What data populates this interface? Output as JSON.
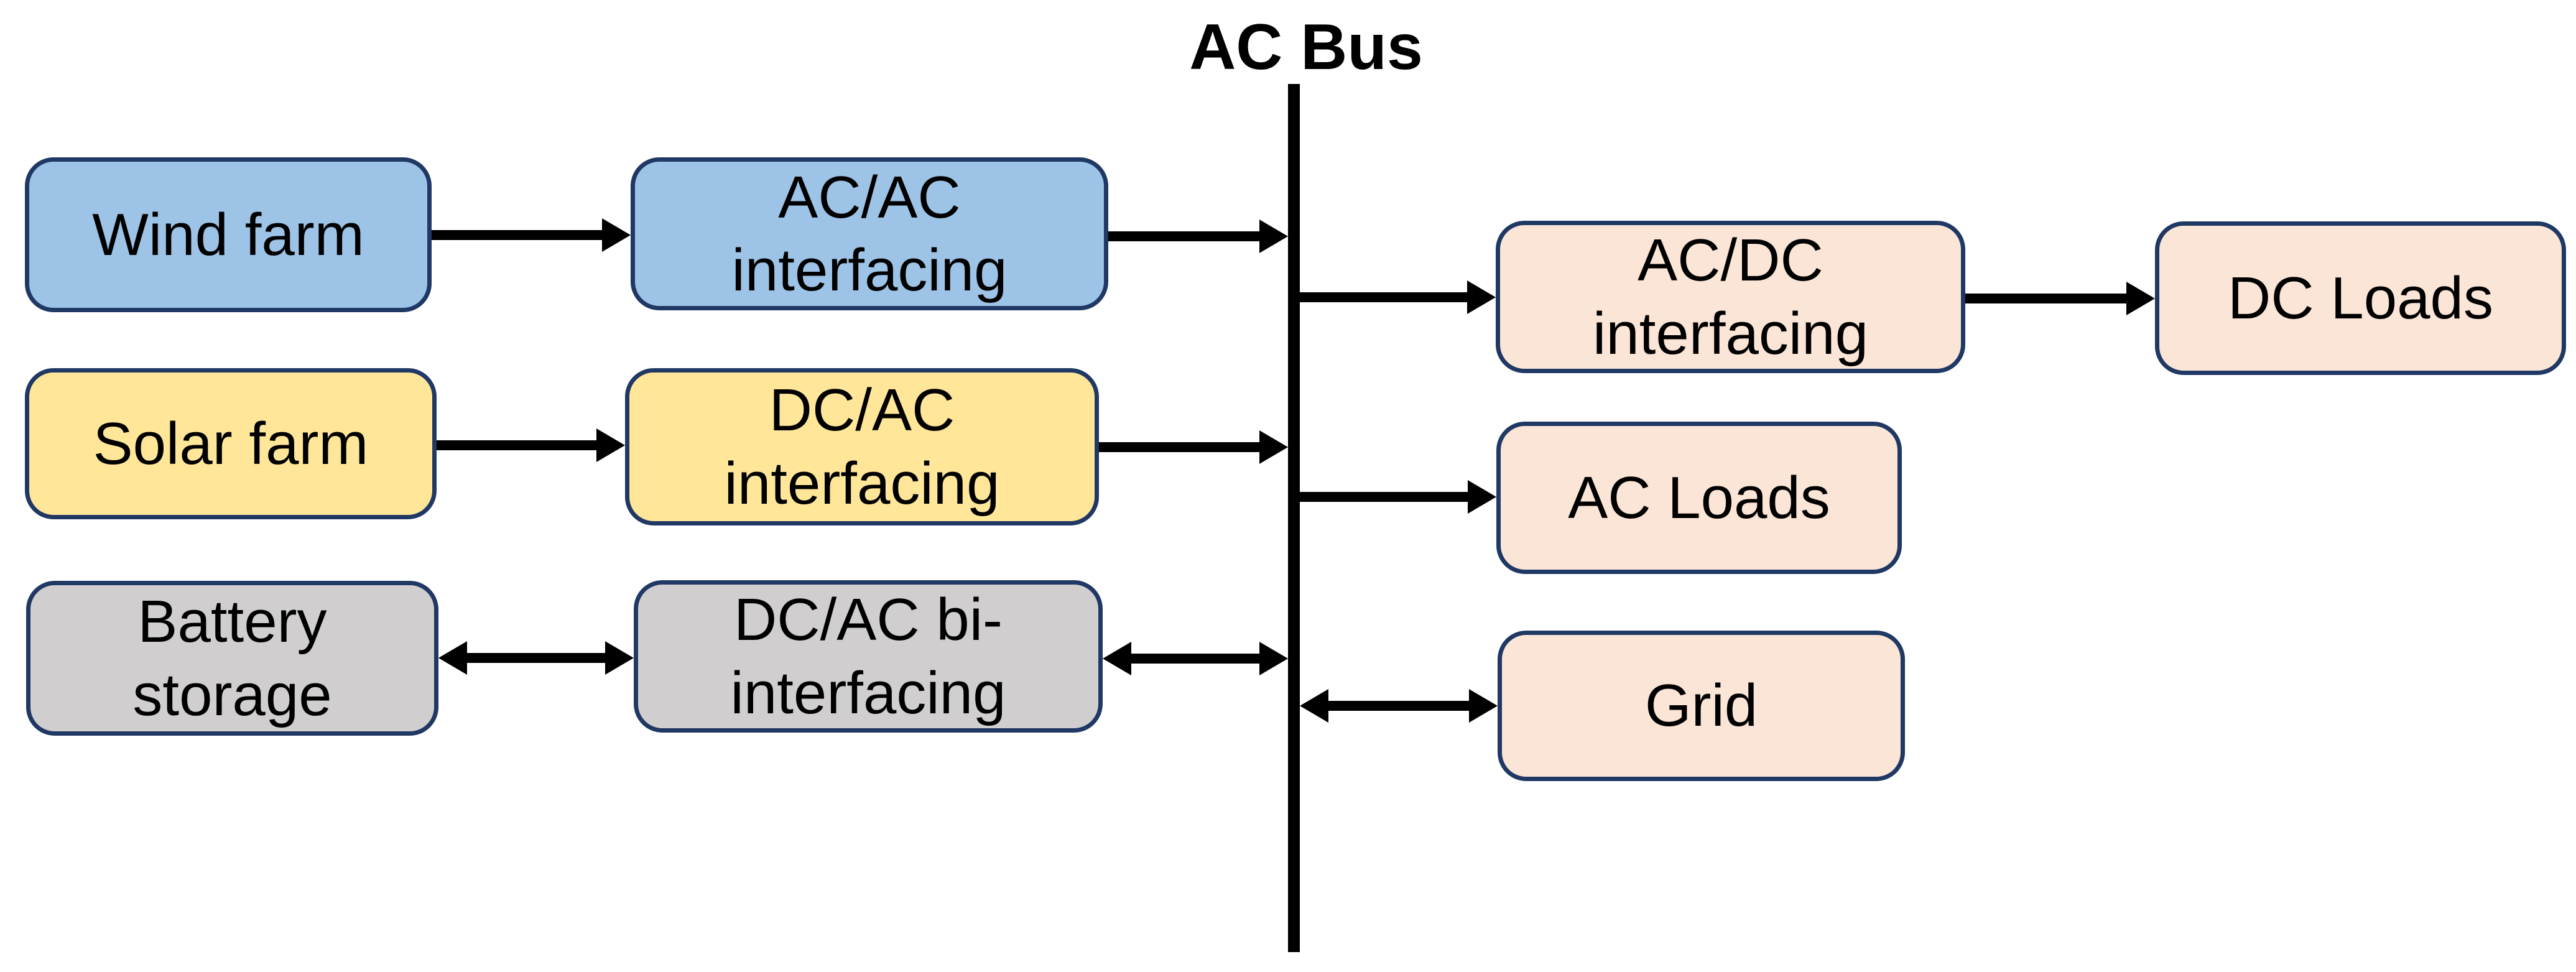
{
  "diagram": {
    "title": "AC Bus",
    "nodes": {
      "wind": {
        "label": "Wind farm",
        "fill": "#9DC3E6",
        "type": "source"
      },
      "acac": {
        "label": "AC/AC\ninterfacing",
        "fill": "#9DC3E6",
        "type": "converter"
      },
      "solar": {
        "label": "Solar farm",
        "fill": "#FFE699",
        "type": "source"
      },
      "dcac": {
        "label": "DC/AC\ninterfacing",
        "fill": "#FFE699",
        "type": "converter"
      },
      "battery": {
        "label": "Battery\nstorage",
        "fill": "#D0CECE",
        "type": "storage"
      },
      "dcacbi": {
        "label": "DC/AC bi-\ninterfacing",
        "fill": "#D0CECE",
        "type": "converter"
      },
      "acdc": {
        "label": "AC/DC\ninterfacing",
        "fill": "#FBE5D6",
        "type": "converter"
      },
      "dcloads": {
        "label": "DC Loads",
        "fill": "#FBE5D6",
        "type": "load"
      },
      "acloads": {
        "label": "AC Loads",
        "fill": "#FBE5D6",
        "type": "load"
      },
      "grid": {
        "label": "Grid",
        "fill": "#FBE5D6",
        "type": "grid"
      }
    },
    "edges": [
      {
        "from": "Wind farm",
        "to": "AC/AC interfacing",
        "direction": "one-way"
      },
      {
        "from": "AC/AC interfacing",
        "to": "AC Bus",
        "direction": "one-way"
      },
      {
        "from": "Solar farm",
        "to": "DC/AC interfacing",
        "direction": "one-way"
      },
      {
        "from": "DC/AC interfacing",
        "to": "AC Bus",
        "direction": "one-way"
      },
      {
        "from": "Battery storage",
        "to": "DC/AC bi-interfacing",
        "direction": "two-way"
      },
      {
        "from": "DC/AC bi-interfacing",
        "to": "AC Bus",
        "direction": "two-way"
      },
      {
        "from": "AC Bus",
        "to": "AC/DC interfacing",
        "direction": "one-way"
      },
      {
        "from": "AC/DC interfacing",
        "to": "DC Loads",
        "direction": "one-way"
      },
      {
        "from": "AC Bus",
        "to": "AC Loads",
        "direction": "one-way"
      },
      {
        "from": "AC Bus",
        "to": "Grid",
        "direction": "two-way"
      }
    ],
    "colors": {
      "wind_blue": "#9DC3E6",
      "solar_yellow": "#FFE699",
      "storage_gray": "#D0CECE",
      "load_peach": "#FBE5D6",
      "box_border_navy": "#1F3864",
      "bus_and_arrows": "#000000",
      "background": "#FFFFFF",
      "text": "#000000"
    }
  }
}
